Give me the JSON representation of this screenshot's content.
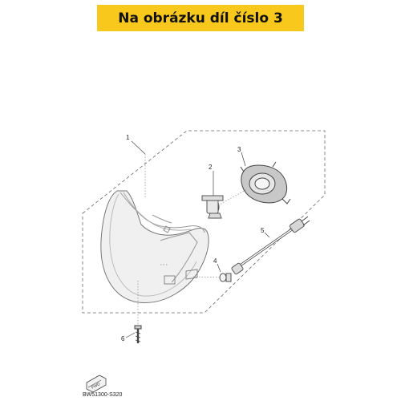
{
  "banner": {
    "text": "Na obrázku díl číslo 3",
    "color": "#f9c81d"
  },
  "diagram": {
    "callouts": [
      {
        "id": "1",
        "part": "headlight-assembly"
      },
      {
        "id": "2",
        "part": "bulb"
      },
      {
        "id": "3",
        "part": "socket-cover"
      },
      {
        "id": "4",
        "part": "small-bulb"
      },
      {
        "id": "5",
        "part": "cord-assembly"
      },
      {
        "id": "6",
        "part": "screw"
      }
    ],
    "fwd_label": "FWD",
    "drawing_code": "BW51300-S320"
  }
}
